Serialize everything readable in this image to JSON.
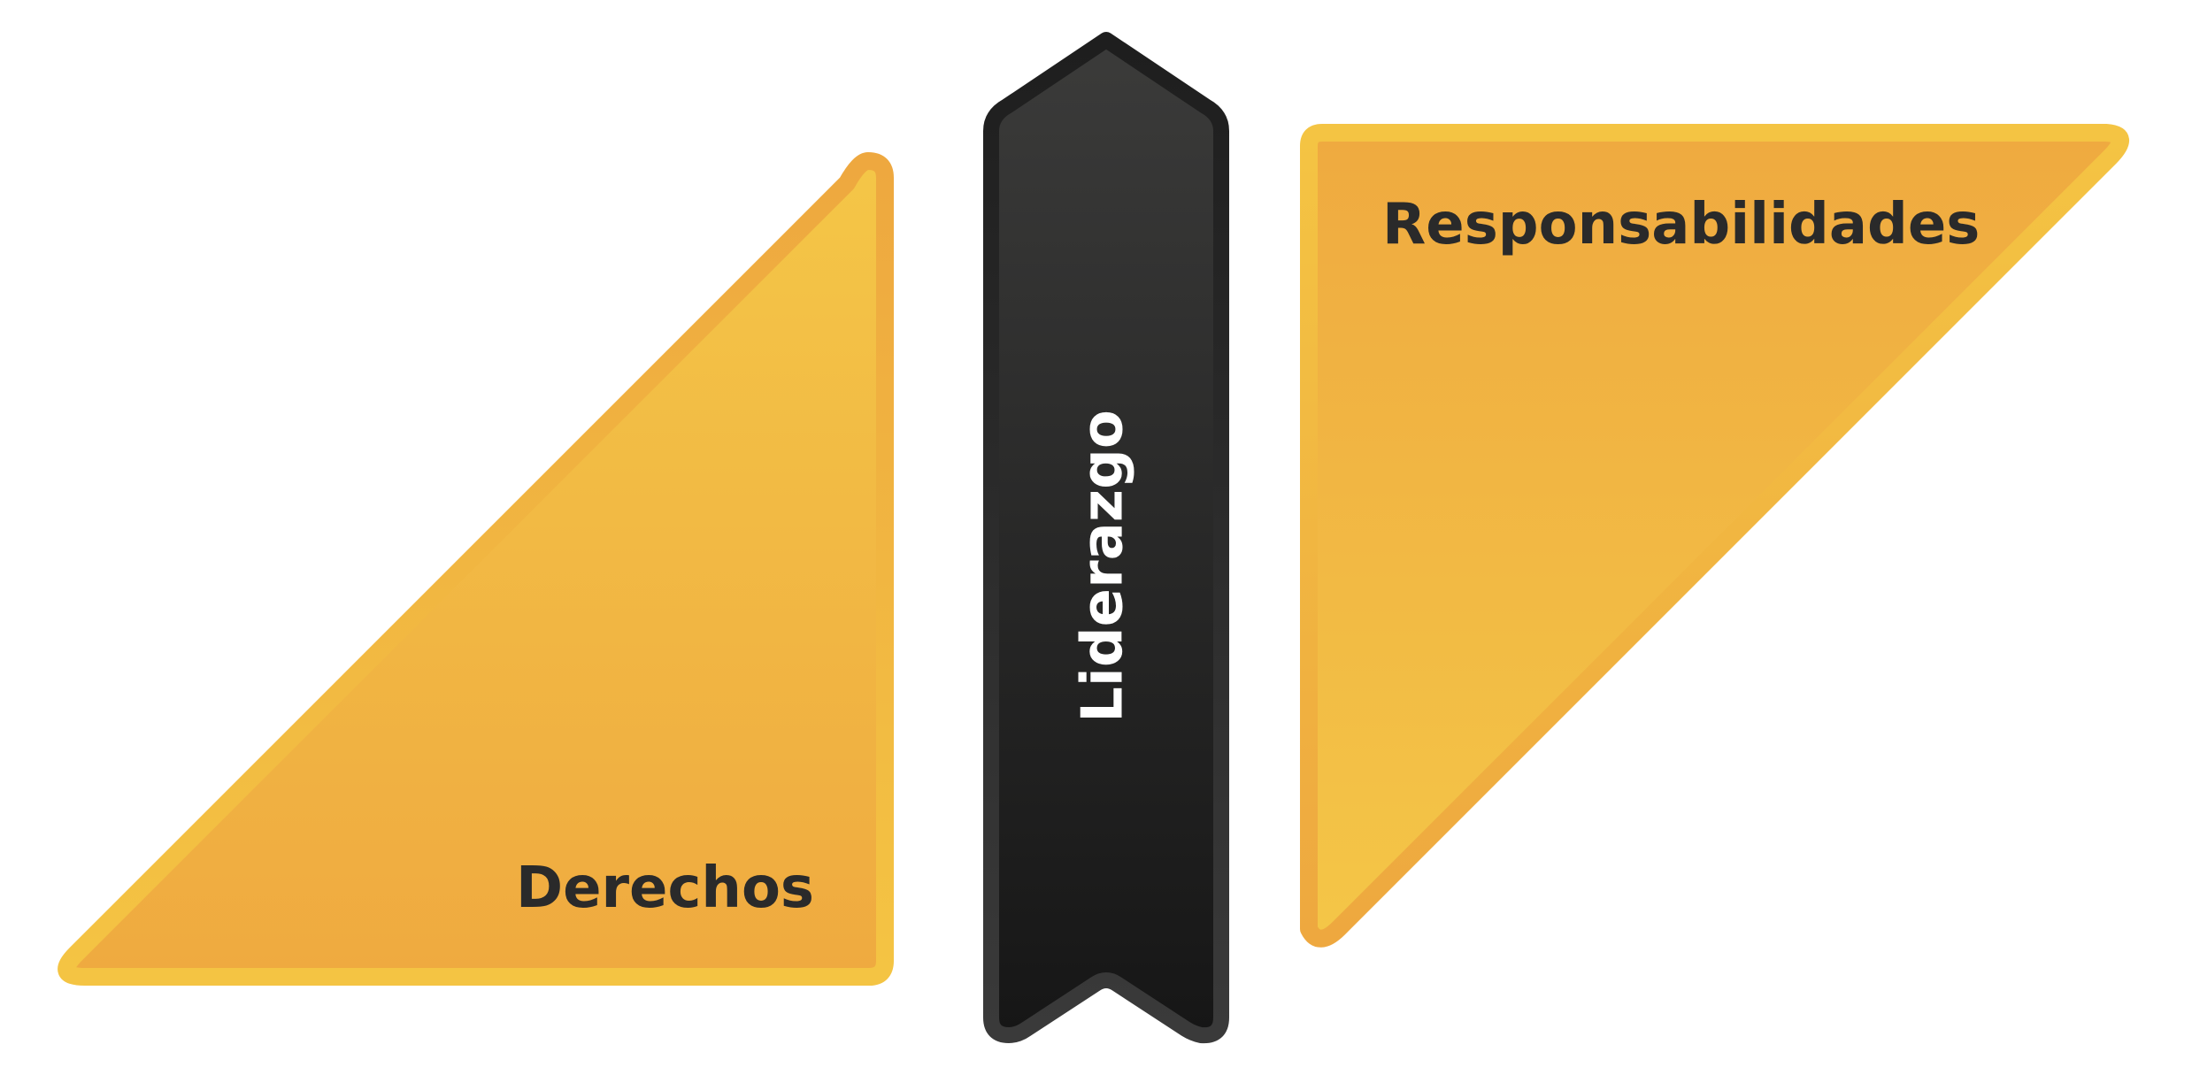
{
  "diagram": {
    "left": {
      "label": "Derechos"
    },
    "center": {
      "label": "Liderazgo"
    },
    "right": {
      "label": "Responsabilidades"
    }
  },
  "colors": {
    "background": "#FFFFFF",
    "triangle_outline_light": "#F4C443",
    "triangle_outline_dark": "#EEA83F",
    "triangle_fill_light": "#F4C647",
    "triangle_fill_dark": "#EFAA40",
    "triangle_text": "#2A2A2A",
    "ribbon_outline": "#1E1E1E",
    "ribbon_outline_bottom": "#3A3A3A",
    "ribbon_fill_top": "#3B3B3A",
    "ribbon_fill_bottom": "#161616",
    "ribbon_text": "#FFFFFF"
  }
}
